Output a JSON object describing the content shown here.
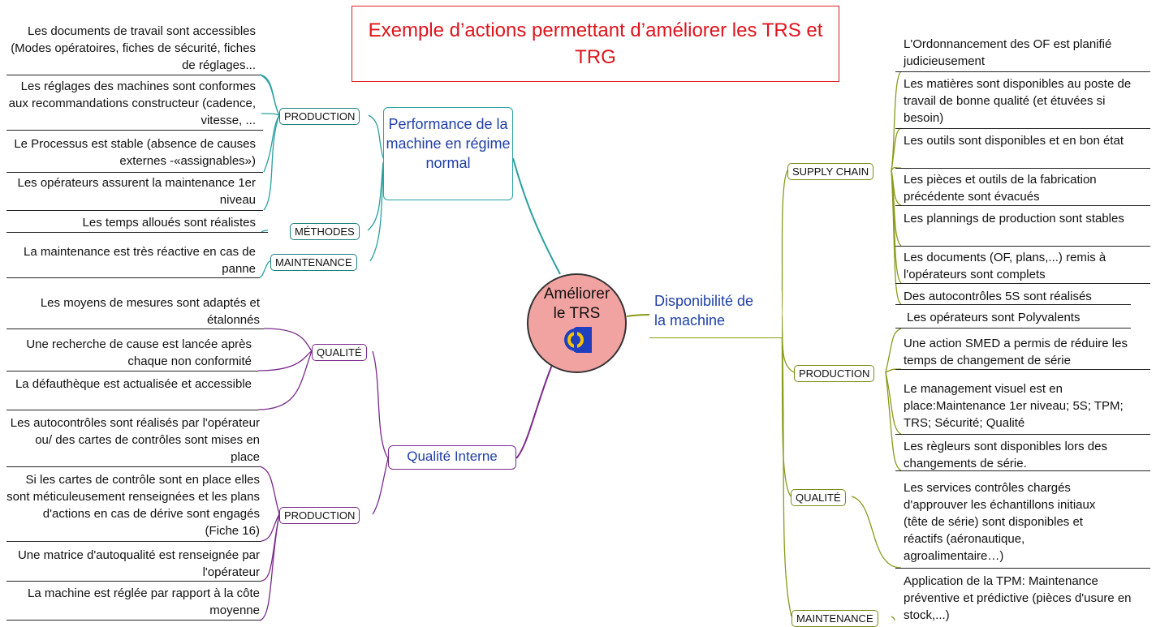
{
  "title": "Exemple d’actions permettant d’améliorer les TRS et TRG",
  "center": {
    "label_line1": "Améliorer",
    "label_line2": "le TRS",
    "logo_icon": "tps-logo-icon"
  },
  "colors": {
    "title": "#e0141d",
    "center_fill": "#f1a3a1",
    "teal": "#2aa0a0",
    "purple": "#7a2a8c",
    "olive": "#8a9a1a",
    "branch_text": "#1f3fa6"
  },
  "branches": {
    "performance": {
      "label": "Performance de la machine en régime normal",
      "categories": {
        "production": {
          "label": "PRODUCTION",
          "items": [
            "Les documents de travail sont accessibles (Modes opératoires, fiches de sécurité, fiches de réglages...",
            "Les réglages des machines sont conformes aux recommandations constructeur (cadence, vitesse, ...",
            "Le Processus est stable (absence de causes externes -«assignables»)",
            "Les opérateurs assurent la maintenance 1er niveau"
          ]
        },
        "methodes": {
          "label": "MÉTHODES",
          "items": [
            "Les temps alloués sont réalistes"
          ]
        },
        "maintenance": {
          "label": "MAINTENANCE",
          "items": [
            "La maintenance est très réactive en cas de panne"
          ]
        }
      }
    },
    "qualite_interne": {
      "label": "Qualité Interne",
      "categories": {
        "qualite": {
          "label": "QUALITÉ",
          "items": [
            "Les moyens de mesures sont adaptés et étalonnés",
            "Une recherche de cause est lancée après chaque non conformité",
            "La défauthèque est actualisée et accessible"
          ]
        },
        "production": {
          "label": "PRODUCTION",
          "items": [
            "Les autocontrôles sont réalisés par l'opérateur ou/ des cartes de contrôles sont mises en place",
            "Si les cartes de contrôle sont en place elles sont méticuleusement renseignées et les plans d'actions en cas de dérive sont engagés (Fiche 16)",
            "Une matrice d'autoqualité est renseignée par l'opérateur",
            "La machine est réglée par rapport à la côte moyenne"
          ]
        }
      }
    },
    "disponibilite": {
      "label": "Disponibilité de la machine",
      "categories": {
        "supply_chain": {
          "label": "SUPPLY CHAIN",
          "items": [
            "L'Ordonnancement des OF est planifié judicieusement",
            "Les matières sont disponibles au poste de travail de bonne qualité (et étuvées si besoin)",
            "Les outils sont disponibles et en bon état",
            "Les pièces et outils de la fabrication précédente sont évacués",
            "Les plannings de production sont stables",
            "Les documents (OF, plans,...) remis à l'opérateurs sont complets",
            "Des autocontrôles 5S sont réalisés"
          ]
        },
        "production": {
          "label": "PRODUCTION",
          "items": [
            "Les opérateurs sont Polyvalents",
            "Une action SMED a permis de réduire les temps de changement de série",
            "Le management visuel est en place:Maintenance 1er niveau; 5S; TPM; TRS; Sécurité; Qualité",
            "Les règleurs sont disponibles lors des changements de série."
          ]
        },
        "qualite": {
          "label": "QUALITÉ",
          "items": [
            "Les services contrôles chargés d'approuver les échantillons initiaux (tête de série) sont disponibles et réactifs (aéronautique, agroalimentaire…)"
          ]
        },
        "maintenance": {
          "label": "MAINTENANCE",
          "items": [
            "Application de la TPM: Maintenance préventive et prédictive (pièces d'usure en stock,...)"
          ]
        }
      }
    }
  }
}
